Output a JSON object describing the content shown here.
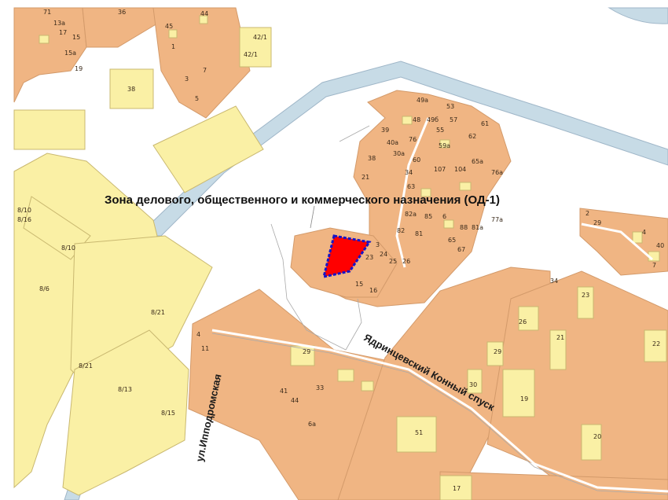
{
  "colors": {
    "block": "#f0b583",
    "building": "#faf0a5",
    "building_edge": "#c9b870",
    "road": "#c7dbe6",
    "road_edge": "#9fb6c8",
    "parcel_fill": "#ff0000",
    "parcel_edge": "#1515c8"
  },
  "zone_label": "Зона делового, общественного и коммерческого назначения (ОД-1)",
  "streets": {
    "yadrintsevsky": "Ядринцевский Конный спуск",
    "ippodromskaya": "ул.Ипподромская"
  },
  "labels": {
    "n_71": "71",
    "n_13a": "13а",
    "n_17": "17",
    "n_15": "15",
    "n_15a": "15а",
    "n_19": "19",
    "n_36": "36",
    "n_44": "44",
    "n_45": "45",
    "n_1": "1",
    "n_3": "3",
    "n_7": "7",
    "n_5": "5",
    "n_42_1": "42/1",
    "n_42_1b": "42/1",
    "n_38": "38",
    "n_49a": "49а",
    "n_53": "53",
    "n_48": "48",
    "n_49b": "49б",
    "n_57": "57",
    "n_39": "39",
    "n_55": "55",
    "n_61": "61",
    "n_40a": "40а",
    "n_76": "76",
    "n_62": "62",
    "n_30a": "30а",
    "n_59a": "59а",
    "n_38b": "38",
    "n_60": "60",
    "n_65a": "65а",
    "n_34": "34",
    "n_107": "107",
    "n_104": "104",
    "n_76a": "76а",
    "n_21": "21",
    "n_63": "63",
    "n_82a": "82а",
    "n_85": "85",
    "n_6": "6",
    "n_81": "81",
    "n_77a": "77а",
    "n_82": "82",
    "n_88": "88",
    "n_65": "65",
    "n_67": "67",
    "n_81a": "81а",
    "n_3b": "3",
    "n_23": "23",
    "n_24": "24",
    "n_25": "25",
    "n_15b": "15",
    "n_16": "16",
    "n_26": "26",
    "n_2": "2",
    "n_29": "29",
    "n_40": "40",
    "n_4": "4",
    "n_7b": "7",
    "n_8_10a": "8/10",
    "n_8_16": "8/16",
    "n_8_10b": "8/10",
    "n_8_6": "8/6",
    "n_8_21": "8/21",
    "n_8_21b": "8/21",
    "n_8_13": "8/13",
    "n_8_15": "8/15",
    "n_4b": "4",
    "n_11": "11",
    "n_29b": "29",
    "n_41": "41",
    "n_33": "33",
    "n_44b": "44",
    "n_6a": "6а",
    "n_51": "51",
    "n_17b": "17",
    "n_34b": "34",
    "n_23b": "23",
    "n_26b": "26",
    "n_21b": "21",
    "n_22": "22",
    "n_29c": "29",
    "n_30": "30",
    "n_19b": "19",
    "n_20": "20"
  }
}
